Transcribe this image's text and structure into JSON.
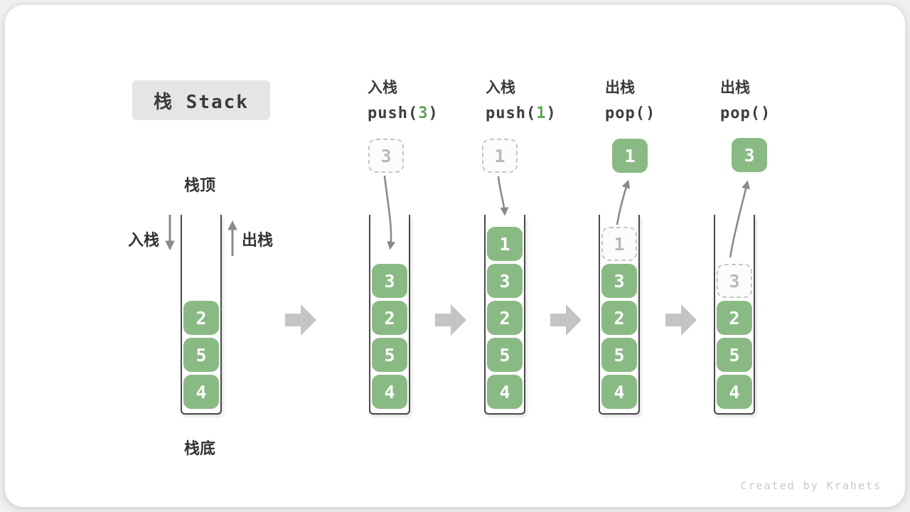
{
  "title": {
    "text": "栈 Stack"
  },
  "legend": {
    "top": "栈顶",
    "bottom": "栈底",
    "push": "入栈",
    "pop": "出栈"
  },
  "operations": [
    {
      "name": "入栈",
      "code": {
        "prefix": "push(",
        "arg": "3",
        "suffix": ")"
      }
    },
    {
      "name": "入栈",
      "code": {
        "prefix": "push(",
        "arg": "1",
        "suffix": ")"
      }
    },
    {
      "name": "出栈",
      "code": {
        "prefix": "pop(",
        "arg": "",
        "suffix": ")"
      }
    },
    {
      "name": "出栈",
      "code": {
        "prefix": "pop(",
        "arg": "",
        "suffix": ")"
      }
    }
  ],
  "stacks": [
    {
      "items": [
        {
          "value": "2"
        },
        {
          "value": "5"
        },
        {
          "value": "4"
        }
      ]
    },
    {
      "items": [
        {
          "value": "3"
        },
        {
          "value": "2"
        },
        {
          "value": "5"
        },
        {
          "value": "4"
        }
      ]
    },
    {
      "items": [
        {
          "value": "1"
        },
        {
          "value": "3"
        },
        {
          "value": "2"
        },
        {
          "value": "5"
        },
        {
          "value": "4"
        }
      ]
    },
    {
      "items": [
        {
          "value": "1",
          "ghost": true
        },
        {
          "value": "3"
        },
        {
          "value": "2"
        },
        {
          "value": "5"
        },
        {
          "value": "4"
        }
      ]
    },
    {
      "items": [
        {
          "value": "3",
          "ghost": true
        },
        {
          "value": "2"
        },
        {
          "value": "5"
        },
        {
          "value": "4"
        }
      ]
    }
  ],
  "floating_boxes": [
    {
      "value": "3",
      "style": "ghost"
    },
    {
      "value": "1",
      "style": "ghost"
    },
    {
      "value": "1",
      "style": "solid"
    },
    {
      "value": "3",
      "style": "solid"
    }
  ],
  "watermark": "Created by Krahets",
  "colors": {
    "cell_green": "#8aba84",
    "code_arg_green": "#61a356",
    "arrow_gray": "#8a8a8a",
    "block_arrow_gray": "#c4c4c4"
  }
}
